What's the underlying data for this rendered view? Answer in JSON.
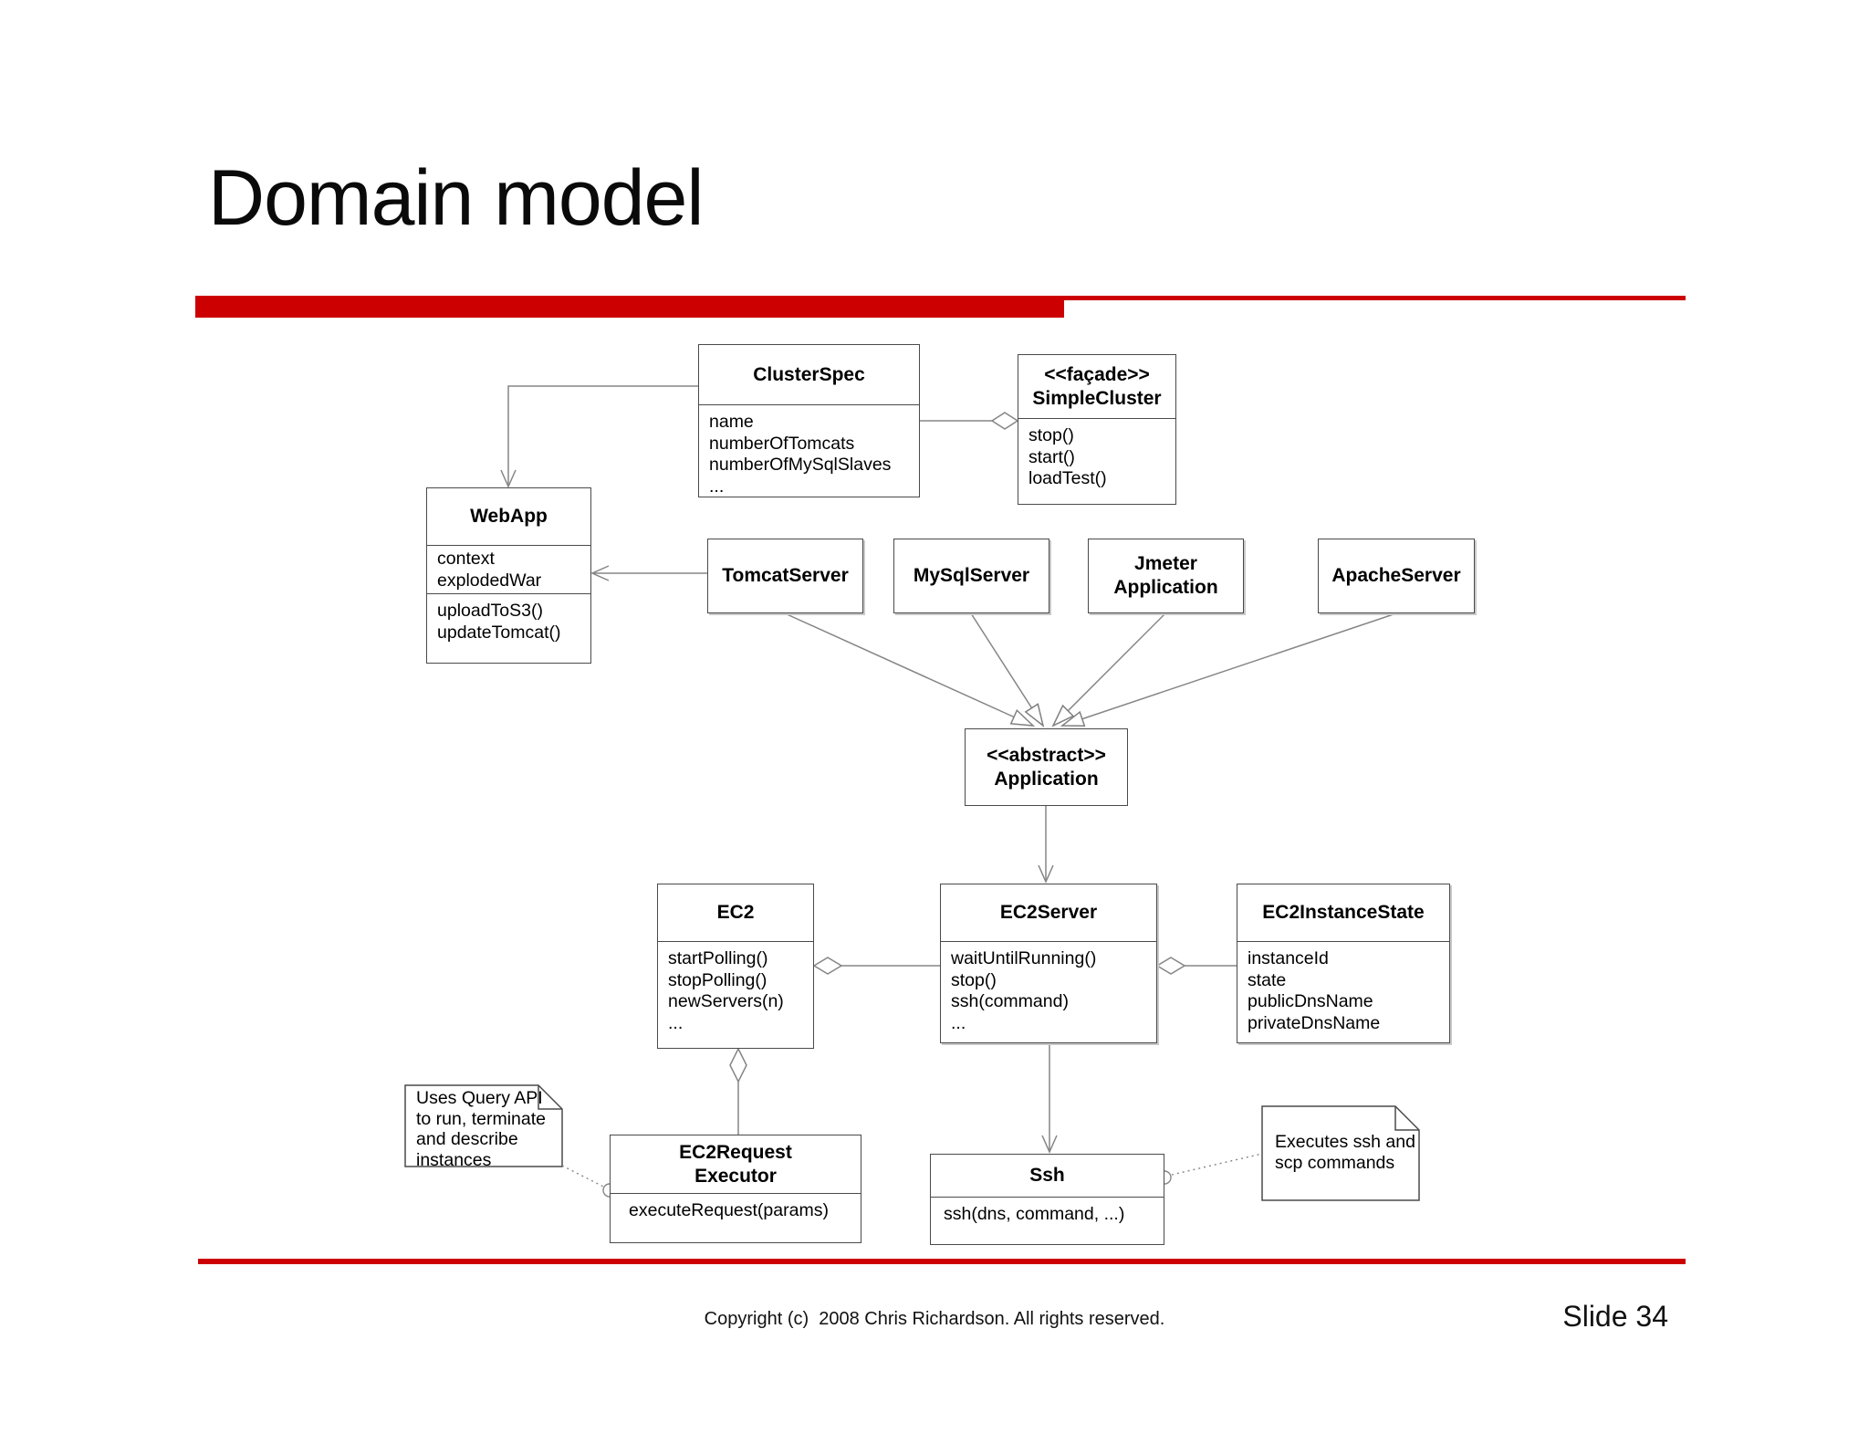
{
  "slide": {
    "title": "Domain model",
    "accent_color": "#cc0000",
    "footer": {
      "copyright": "Copyright (c)  2008 Chris Richardson. All rights reserved.",
      "slide_number": "Slide 34"
    }
  },
  "classes": {
    "clusterSpec": {
      "name": "ClusterSpec",
      "attributes": [
        "name",
        "numberOfTomcats",
        "numberOfMySqlSlaves",
        "..."
      ]
    },
    "simpleCluster": {
      "stereotype": "<<façade>>",
      "name": "SimpleCluster",
      "operations": [
        "stop()",
        "start()",
        "loadTest()"
      ]
    },
    "webApp": {
      "name": "WebApp",
      "attributes": [
        "context",
        "explodedWar"
      ],
      "operations": [
        "uploadToS3()",
        "updateTomcat()"
      ]
    },
    "tomcatServer": {
      "name": "TomcatServer"
    },
    "mySqlServer": {
      "name": "MySqlServer"
    },
    "jmeterApplication": {
      "name_line1": "Jmeter",
      "name_line2": "Application"
    },
    "apacheServer": {
      "name": "ApacheServer"
    },
    "application": {
      "stereotype": "<<abstract>>",
      "name": "Application"
    },
    "ec2": {
      "name": "EC2",
      "operations": [
        "startPolling()",
        "stopPolling()",
        "newServers(n)",
        "..."
      ]
    },
    "ec2Server": {
      "name": "EC2Server",
      "operations": [
        "waitUntilRunning()",
        "stop()",
        "ssh(command)",
        "..."
      ]
    },
    "ec2InstanceState": {
      "name": "EC2InstanceState",
      "attributes": [
        "instanceId",
        "state",
        "publicDnsName",
        "privateDnsName"
      ]
    },
    "ec2RequestExecutor": {
      "name_line1": "EC2Request",
      "name_line2": "Executor",
      "operations": [
        "executeRequest(params)"
      ]
    },
    "ssh": {
      "name": "Ssh",
      "operations": [
        "ssh(dns, command, ...)"
      ]
    }
  },
  "notes": {
    "queryApi": {
      "line1": "Uses Query API",
      "line2": "to run, terminate",
      "line3": "and describe",
      "line4": "instances"
    },
    "sshScp": {
      "line1": "Executes ssh and",
      "line2": "scp commands"
    }
  }
}
